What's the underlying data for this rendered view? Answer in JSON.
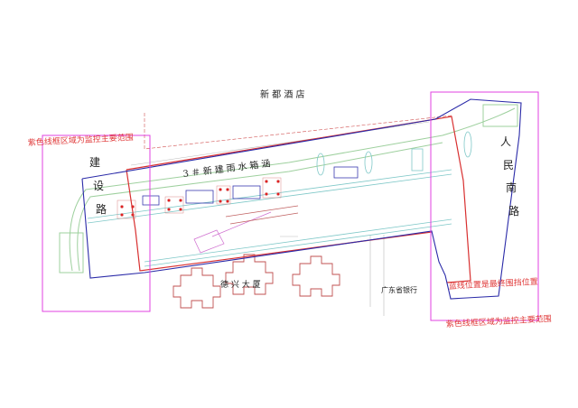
{
  "labels": {
    "hotel": "新 都 酒 店",
    "box_culvert": "3＃新建雨水箱涵",
    "jianshe_road": [
      "建",
      "设",
      "路"
    ],
    "renmin_south_road": [
      "人",
      "民",
      "南",
      "路"
    ],
    "dexing_building": "德 兴 大 厦",
    "guangdong_bank": "广东省银行"
  },
  "notes": {
    "purple_left": "紫色线框区域为监控主要范围",
    "purple_right": "紫色线框区域为监控主要范围",
    "blue_line": "蓝线位置是最终围挡位置"
  },
  "colors": {
    "monitor_box": "#e040e0",
    "blue_line": "#2a2aa8",
    "red_line": "#d83030",
    "green_line": "#9ed09e",
    "cyan_line": "#7fc8c8"
  }
}
